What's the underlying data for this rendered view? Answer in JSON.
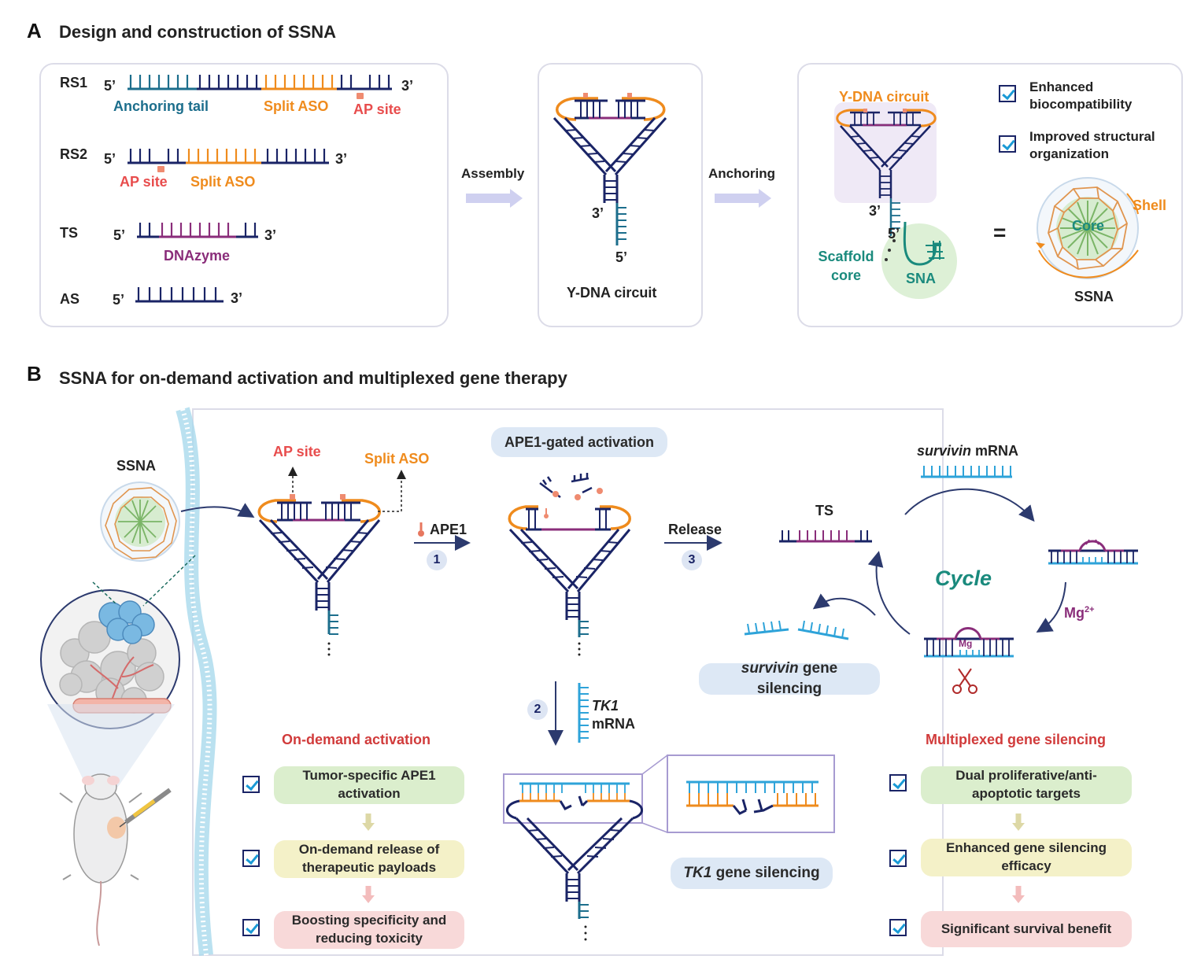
{
  "panel_a": {
    "letter": "A",
    "title": "Design and construction of SSNA",
    "strands": {
      "rs1": {
        "name": "RS1",
        "five": "5’",
        "three": "3’",
        "anchor": "Anchoring tail",
        "split": "Split ASO",
        "ap": "AP site"
      },
      "rs2": {
        "name": "RS2",
        "five": "5’",
        "three": "3’",
        "ap": "AP site",
        "split": "Split ASO"
      },
      "ts": {
        "name": "TS",
        "five": "5’",
        "three": "3’",
        "dnazyme": "DNAzyme"
      },
      "as": {
        "name": "AS",
        "five": "5’",
        "three": "3’"
      }
    },
    "assembly": "Assembly",
    "anchoring": "Anchoring",
    "ydna": {
      "three": "3’",
      "five": "5’",
      "caption": "Y-DNA circuit"
    },
    "ssna_box": {
      "ydna_label": "Y-DNA circuit",
      "three": "3’",
      "five": "5’",
      "scaffold": "Scaffold core",
      "sna": "SNA",
      "equals": "=",
      "shell": "Shell",
      "core": "Core",
      "caption": "SSNA",
      "feature1": "Enhanced biocompatibility",
      "feature2": "Improved structural organization"
    }
  },
  "panel_b": {
    "letter": "B",
    "title": "SSNA for on-demand activation and multiplexed gene therapy",
    "ssna_label": "SSNA",
    "ap_site": "AP site",
    "split_aso": "Split ASO",
    "ape1_gated": "APE1-gated activation",
    "ape1": "APE1",
    "step1": "1",
    "step2": "2",
    "step3": "3",
    "release": "Release",
    "ts": "TS",
    "survivin_mrna_italic": "survivin",
    "survivin_mrna_rest": " mRNA",
    "cycle": "Cycle",
    "mg": "Mg",
    "mg_sup": "2+",
    "mg_inner": "Mg",
    "survivin_silencing_italic": "survivin",
    "survivin_silencing_rest": " gene silencing",
    "tk1_italic": "TK1",
    "tk1_mrna": "mRNA",
    "tk1_silencing_italic": "TK1",
    "tk1_silencing_rest": " gene silencing",
    "left_header": "On-demand activation",
    "left_items": [
      "Tumor-specific APE1 activation",
      "On-demand release of therapeutic payloads",
      "Boosting specificity and reducing toxicity"
    ],
    "right_header": "Multiplexed gene silencing",
    "right_items": [
      "Dual proliferative/anti-apoptotic targets",
      "Enhanced gene silencing efficacy",
      "Significant survival benefit"
    ]
  },
  "colors": {
    "navy": "#1a2466",
    "teal": "#1c6e8c",
    "orange": "#ef8b1d",
    "magenta": "#8a2d7a",
    "light_blue": "#2ea3d9",
    "red": "#e84d4d"
  }
}
